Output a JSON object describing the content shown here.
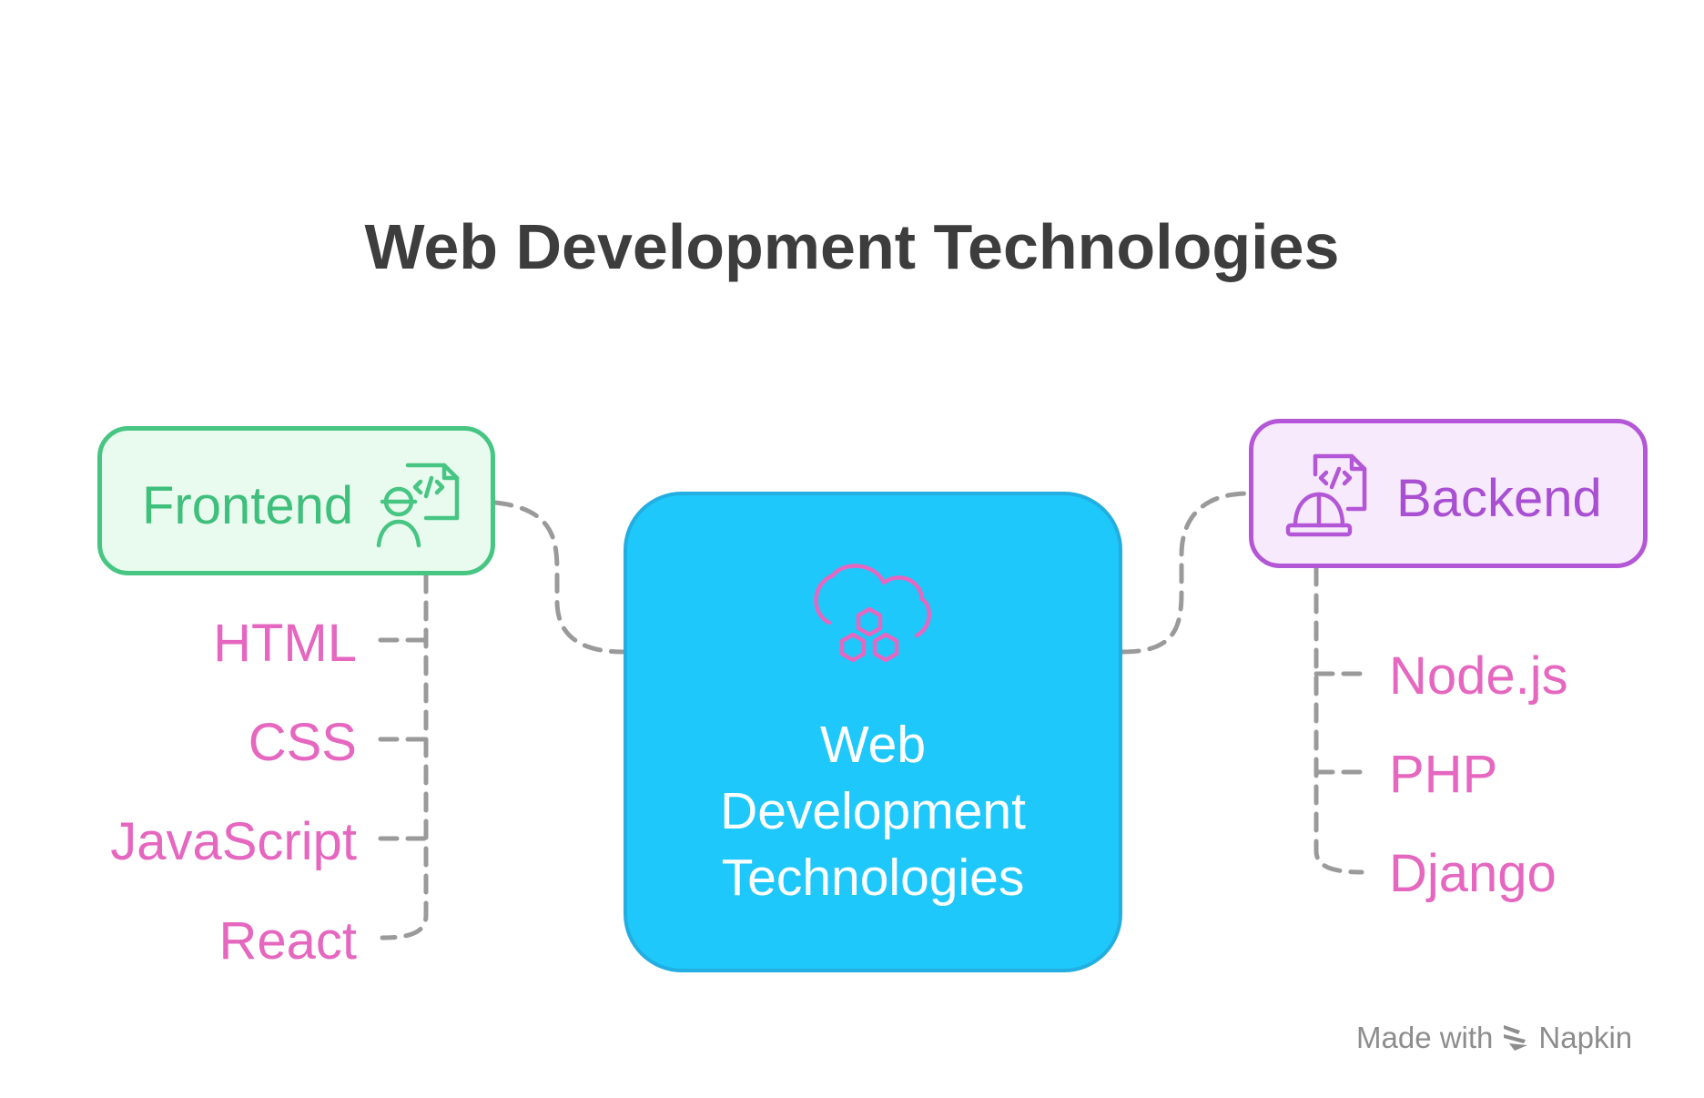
{
  "title": "Web Development Technologies",
  "center": {
    "lines": [
      "Web",
      "Development",
      "Technologies"
    ],
    "icon": "cloud-hexagons-icon",
    "color": "#1ec8fb"
  },
  "frontend": {
    "label": "Frontend",
    "icon": "developer-code-icon",
    "color": "#47c583",
    "items": [
      "HTML",
      "CSS",
      "JavaScript",
      "React"
    ]
  },
  "backend": {
    "label": "Backend",
    "icon": "hardhat-code-icon",
    "color": "#b357d6",
    "items": [
      "Node.js",
      "PHP",
      "Django"
    ]
  },
  "leaf_color": "#e567bf",
  "credit": {
    "prefix": "Made with",
    "brand": "Napkin",
    "icon": "napkin-logo-icon"
  }
}
